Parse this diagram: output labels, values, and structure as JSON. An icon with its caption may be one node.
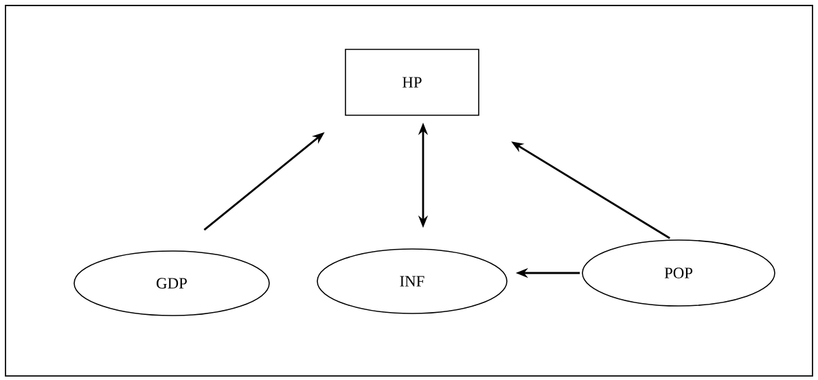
{
  "diagram": {
    "nodes": [
      {
        "text": [
          "HP"
        ]
      },
      {
        "text": [
          "GDP"
        ]
      },
      {
        "text": [
          "INF"
        ]
      },
      {
        "text": [
          "POP"
        ]
      }
    ],
    "edges": [
      {
        "from": 1,
        "to": 0,
        "arrow": "to"
      },
      {
        "from": 0,
        "to": 2,
        "arrow": "both"
      },
      {
        "from": 3,
        "to": 0,
        "arrow": "to"
      },
      {
        "from": 3,
        "to": 2,
        "arrow": "to"
      }
    ]
  }
}
